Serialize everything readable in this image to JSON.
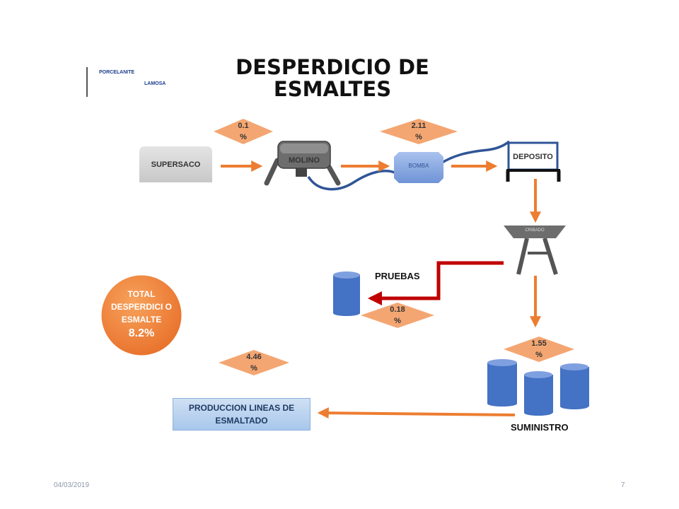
{
  "title": "DESPERDICIO DE ESMALTES",
  "logo": {
    "brand_top": "PORCELANITE",
    "brand_bottom": "LAMOSA"
  },
  "nodes": {
    "supersaco": "SUPERSACO",
    "molino": "MOLINO",
    "bomba": "BOMBA",
    "deposito": "DEPOSITO",
    "cribado": "CRIBADO",
    "pruebas": "PRUEBAS",
    "suministro": "SUMINISTRO",
    "produccion": "PRODUCCION LINEAS DE ESMALTADO"
  },
  "percentages": {
    "molino": "0.1\n%",
    "bomba": "2.11\n%",
    "pruebas": "0.18\n%",
    "suministro": "1.55\n%",
    "produccion": "4.46\n%"
  },
  "total": {
    "label": "TOTAL DESPERDICI O ESMALTE",
    "value": "8.2%"
  },
  "footer": {
    "date": "04/03/2019",
    "page": "7"
  },
  "colors": {
    "arrow": "#ed7d31",
    "red_arrow": "#c00000",
    "tank": "#4472c4",
    "hose": "#2f5597",
    "total_fill": "#ed7d31"
  }
}
